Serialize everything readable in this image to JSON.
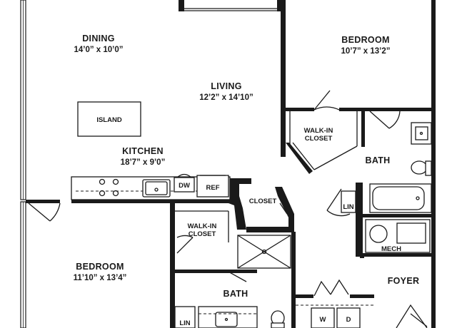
{
  "rooms": {
    "dining": {
      "name": "DINING",
      "dims": "14’0” x 10’0”"
    },
    "living": {
      "name": "LIVING",
      "dims": "12’2” x 14’10”"
    },
    "kitchen": {
      "name": "KITCHEN",
      "dims": "18’7” x 9’0”"
    },
    "bedroom1": {
      "name": "BEDROOM",
      "dims": "10’7” x 13’2”"
    },
    "bedroom2": {
      "name": "BEDROOM",
      "dims": "11’10” x 13’4”"
    },
    "bath1": {
      "name": "BATH"
    },
    "bath2": {
      "name": "BATH"
    },
    "foyer": {
      "name": "FOYER"
    }
  },
  "fixtures": {
    "island": "ISLAND",
    "dishwasher": "DW",
    "refrigerator": "REF",
    "closet": "CLOSET",
    "walkin_closet_1": [
      "WALK-IN",
      "CLOSET"
    ],
    "walkin_closet_2": [
      "WALK-IN",
      "CLOSET"
    ],
    "linen_1": "LIN",
    "linen_2": "LIN",
    "mech": "MECH",
    "washer": "W",
    "dryer": "D"
  }
}
